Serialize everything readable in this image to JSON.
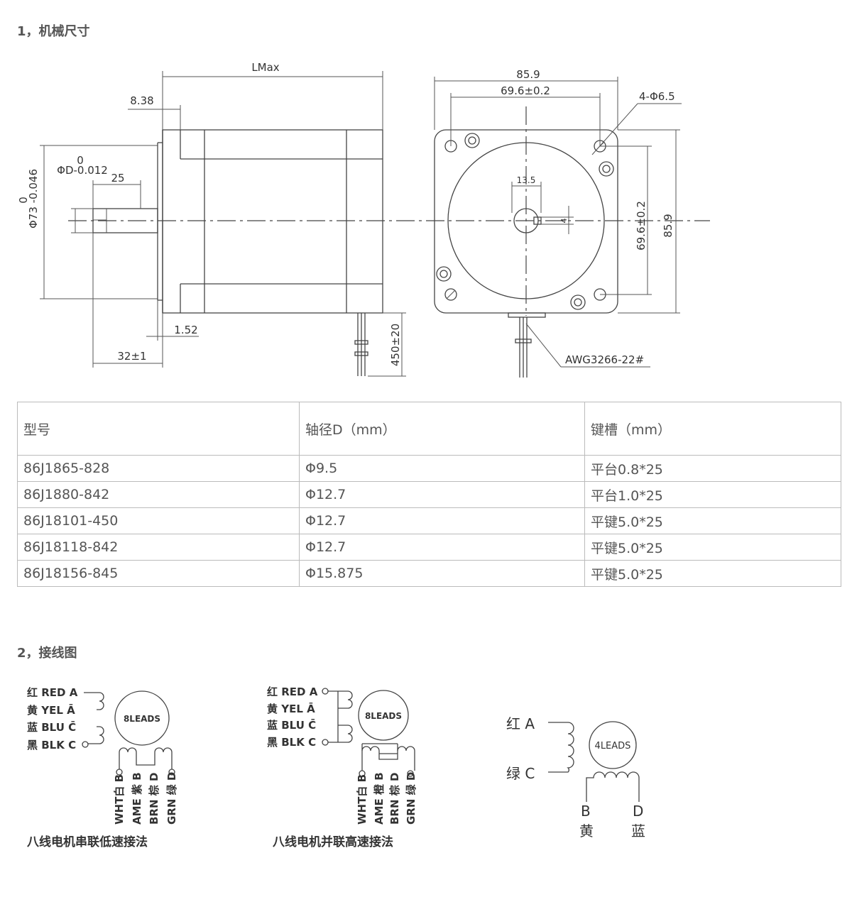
{
  "sections": {
    "dimensions_title": "1，机械尺寸",
    "wiring_title": "2，接线图"
  },
  "drawing": {
    "lmax": "LMax",
    "d_838": "8.38",
    "d_phi_d": "ΦD-0.012",
    "d_phi_d_top": "0",
    "d_25": "25",
    "d_phi73": "Φ73 -0.046",
    "d_phi73_top": "0",
    "d_152": "1.52",
    "d_32": "32±1",
    "d_450": "450±20",
    "d_859_top": "85.9",
    "d_696_top": "69.6±0.2",
    "d_holes": "4-Φ6.5",
    "d_135": "13.5",
    "d_4": "4",
    "d_696_side": "69.6±0.2",
    "d_859_side": "85.9",
    "awg": "AWG3266-22#"
  },
  "table": {
    "headers": [
      "型号",
      "轴径D（mm）",
      "键槽（mm）"
    ],
    "rows": [
      [
        "86J1865-828",
        "Φ9.5",
        "平台0.8*25"
      ],
      [
        "86J1880-842",
        "Φ12.7",
        "平台1.0*25"
      ],
      [
        "86J18101-450",
        "Φ12.7",
        "平键5.0*25"
      ],
      [
        "86J18118-842",
        "Φ12.7",
        "平键5.0*25"
      ],
      [
        "86J18156-845",
        "Φ15.875",
        "平键5.0*25"
      ]
    ]
  },
  "wiring": {
    "series": {
      "leads": [
        {
          "cn": "红",
          "en": "RED",
          "tag": "A"
        },
        {
          "cn": "黄",
          "en": "YEL",
          "tag": "Ā"
        },
        {
          "cn": "蓝",
          "en": "BLU",
          "tag": "C̄"
        },
        {
          "cn": "黑",
          "en": "BLK",
          "tag": "C"
        }
      ],
      "circle": "8LEADS",
      "bottom": [
        {
          "tag": "B",
          "cn": "白",
          "en": "WHT"
        },
        {
          "tag": "B",
          "cn": "紫",
          "en": "AME"
        },
        {
          "tag": "D",
          "cn": "棕",
          "en": "BRN"
        },
        {
          "tag": "D",
          "cn": "绿",
          "en": "GRN"
        }
      ],
      "caption": "八线电机串联低速接法"
    },
    "parallel": {
      "leads": [
        {
          "cn": "红",
          "en": "RED",
          "tag": "A"
        },
        {
          "cn": "黄",
          "en": "YEL",
          "tag": "Ā"
        },
        {
          "cn": "蓝",
          "en": "BLU",
          "tag": "C̄"
        },
        {
          "cn": "黑",
          "en": "BLK",
          "tag": "C"
        }
      ],
      "circle": "8LEADS",
      "bottom": [
        {
          "tag": "B",
          "cn": "白",
          "en": "WHT"
        },
        {
          "tag": "B",
          "cn": "橙",
          "en": "AME"
        },
        {
          "tag": "D",
          "cn": "棕",
          "en": "BRN"
        },
        {
          "tag": "D",
          "cn": "绿",
          "en": "GRN"
        }
      ],
      "caption": "八线电机并联高速接法"
    },
    "four": {
      "a_cn": "红",
      "a_tag": "A",
      "c_cn": "绿",
      "c_tag": "C",
      "circle": "4LEADS",
      "b_tag": "B",
      "b_cn": "黄",
      "d_tag": "D",
      "d_cn": "蓝"
    }
  }
}
